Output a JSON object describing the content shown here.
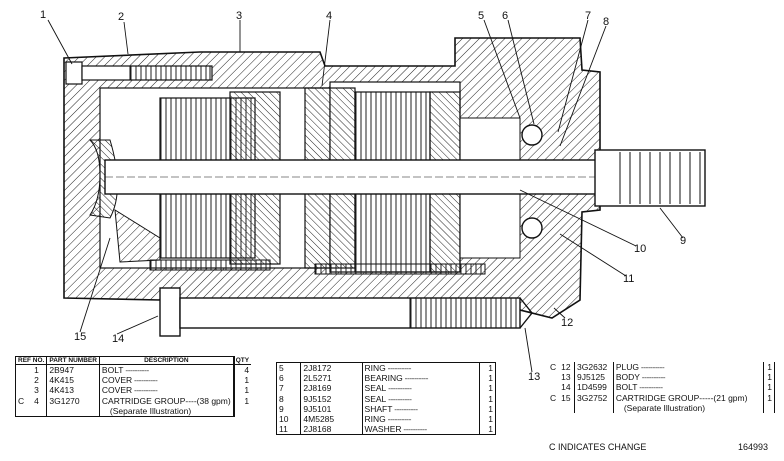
{
  "callouts": [
    "1",
    "2",
    "3",
    "4",
    "5",
    "6",
    "7",
    "8",
    "9",
    "10",
    "11",
    "12",
    "13",
    "14",
    "15"
  ],
  "table1": {
    "headers": {
      "ref_no": "REF NO.",
      "part_number": "PART NUMBER",
      "description": "DESCRIPTION",
      "qty": "QTY"
    },
    "rows": [
      {
        "c": "",
        "ref": "1",
        "part": "2B947",
        "desc": "BOLT",
        "qty": "4"
      },
      {
        "c": "",
        "ref": "2",
        "part": "4K415",
        "desc": "COVER",
        "qty": "1"
      },
      {
        "c": "",
        "ref": "3",
        "part": "4K413",
        "desc": "COVER",
        "qty": "1"
      },
      {
        "c": "C",
        "ref": "4",
        "part": "3G1270",
        "desc": "CARTRIDGE GROUP----(38 gpm)",
        "qty": "1"
      }
    ],
    "note": "(Separate Illustration)"
  },
  "table2": {
    "rows": [
      {
        "ref": "5",
        "part": "2J8172",
        "desc": "RING",
        "qty": "1"
      },
      {
        "ref": "6",
        "part": "2L5271",
        "desc": "BEARING",
        "qty": "1"
      },
      {
        "ref": "7",
        "part": "2J8169",
        "desc": "SEAL",
        "qty": "1"
      },
      {
        "ref": "8",
        "part": "9J5152",
        "desc": "SEAL",
        "qty": "1"
      },
      {
        "ref": "9",
        "part": "9J5101",
        "desc": "SHAFT",
        "qty": "1"
      },
      {
        "ref": "10",
        "part": "4M5285",
        "desc": "RING",
        "qty": "1"
      },
      {
        "ref": "11",
        "part": "2J8168",
        "desc": "WASHER",
        "qty": "1"
      }
    ]
  },
  "table3": {
    "rows": [
      {
        "c": "C",
        "ref": "12",
        "part": "3G2632",
        "desc": "PLUG",
        "qty": "1"
      },
      {
        "c": "",
        "ref": "13",
        "part": "9J5125",
        "desc": "BODY",
        "qty": "1"
      },
      {
        "c": "",
        "ref": "14",
        "part": "1D4599",
        "desc": "BOLT",
        "qty": "1"
      },
      {
        "c": "C",
        "ref": "15",
        "part": "3G2752",
        "desc": "CARTRIDGE GROUP-----(21 gpm)",
        "qty": "1"
      }
    ],
    "note": "(Separate Illustration)"
  },
  "footer": {
    "change_note": "C INDICATES CHANGE",
    "illustration_number": "164993"
  }
}
